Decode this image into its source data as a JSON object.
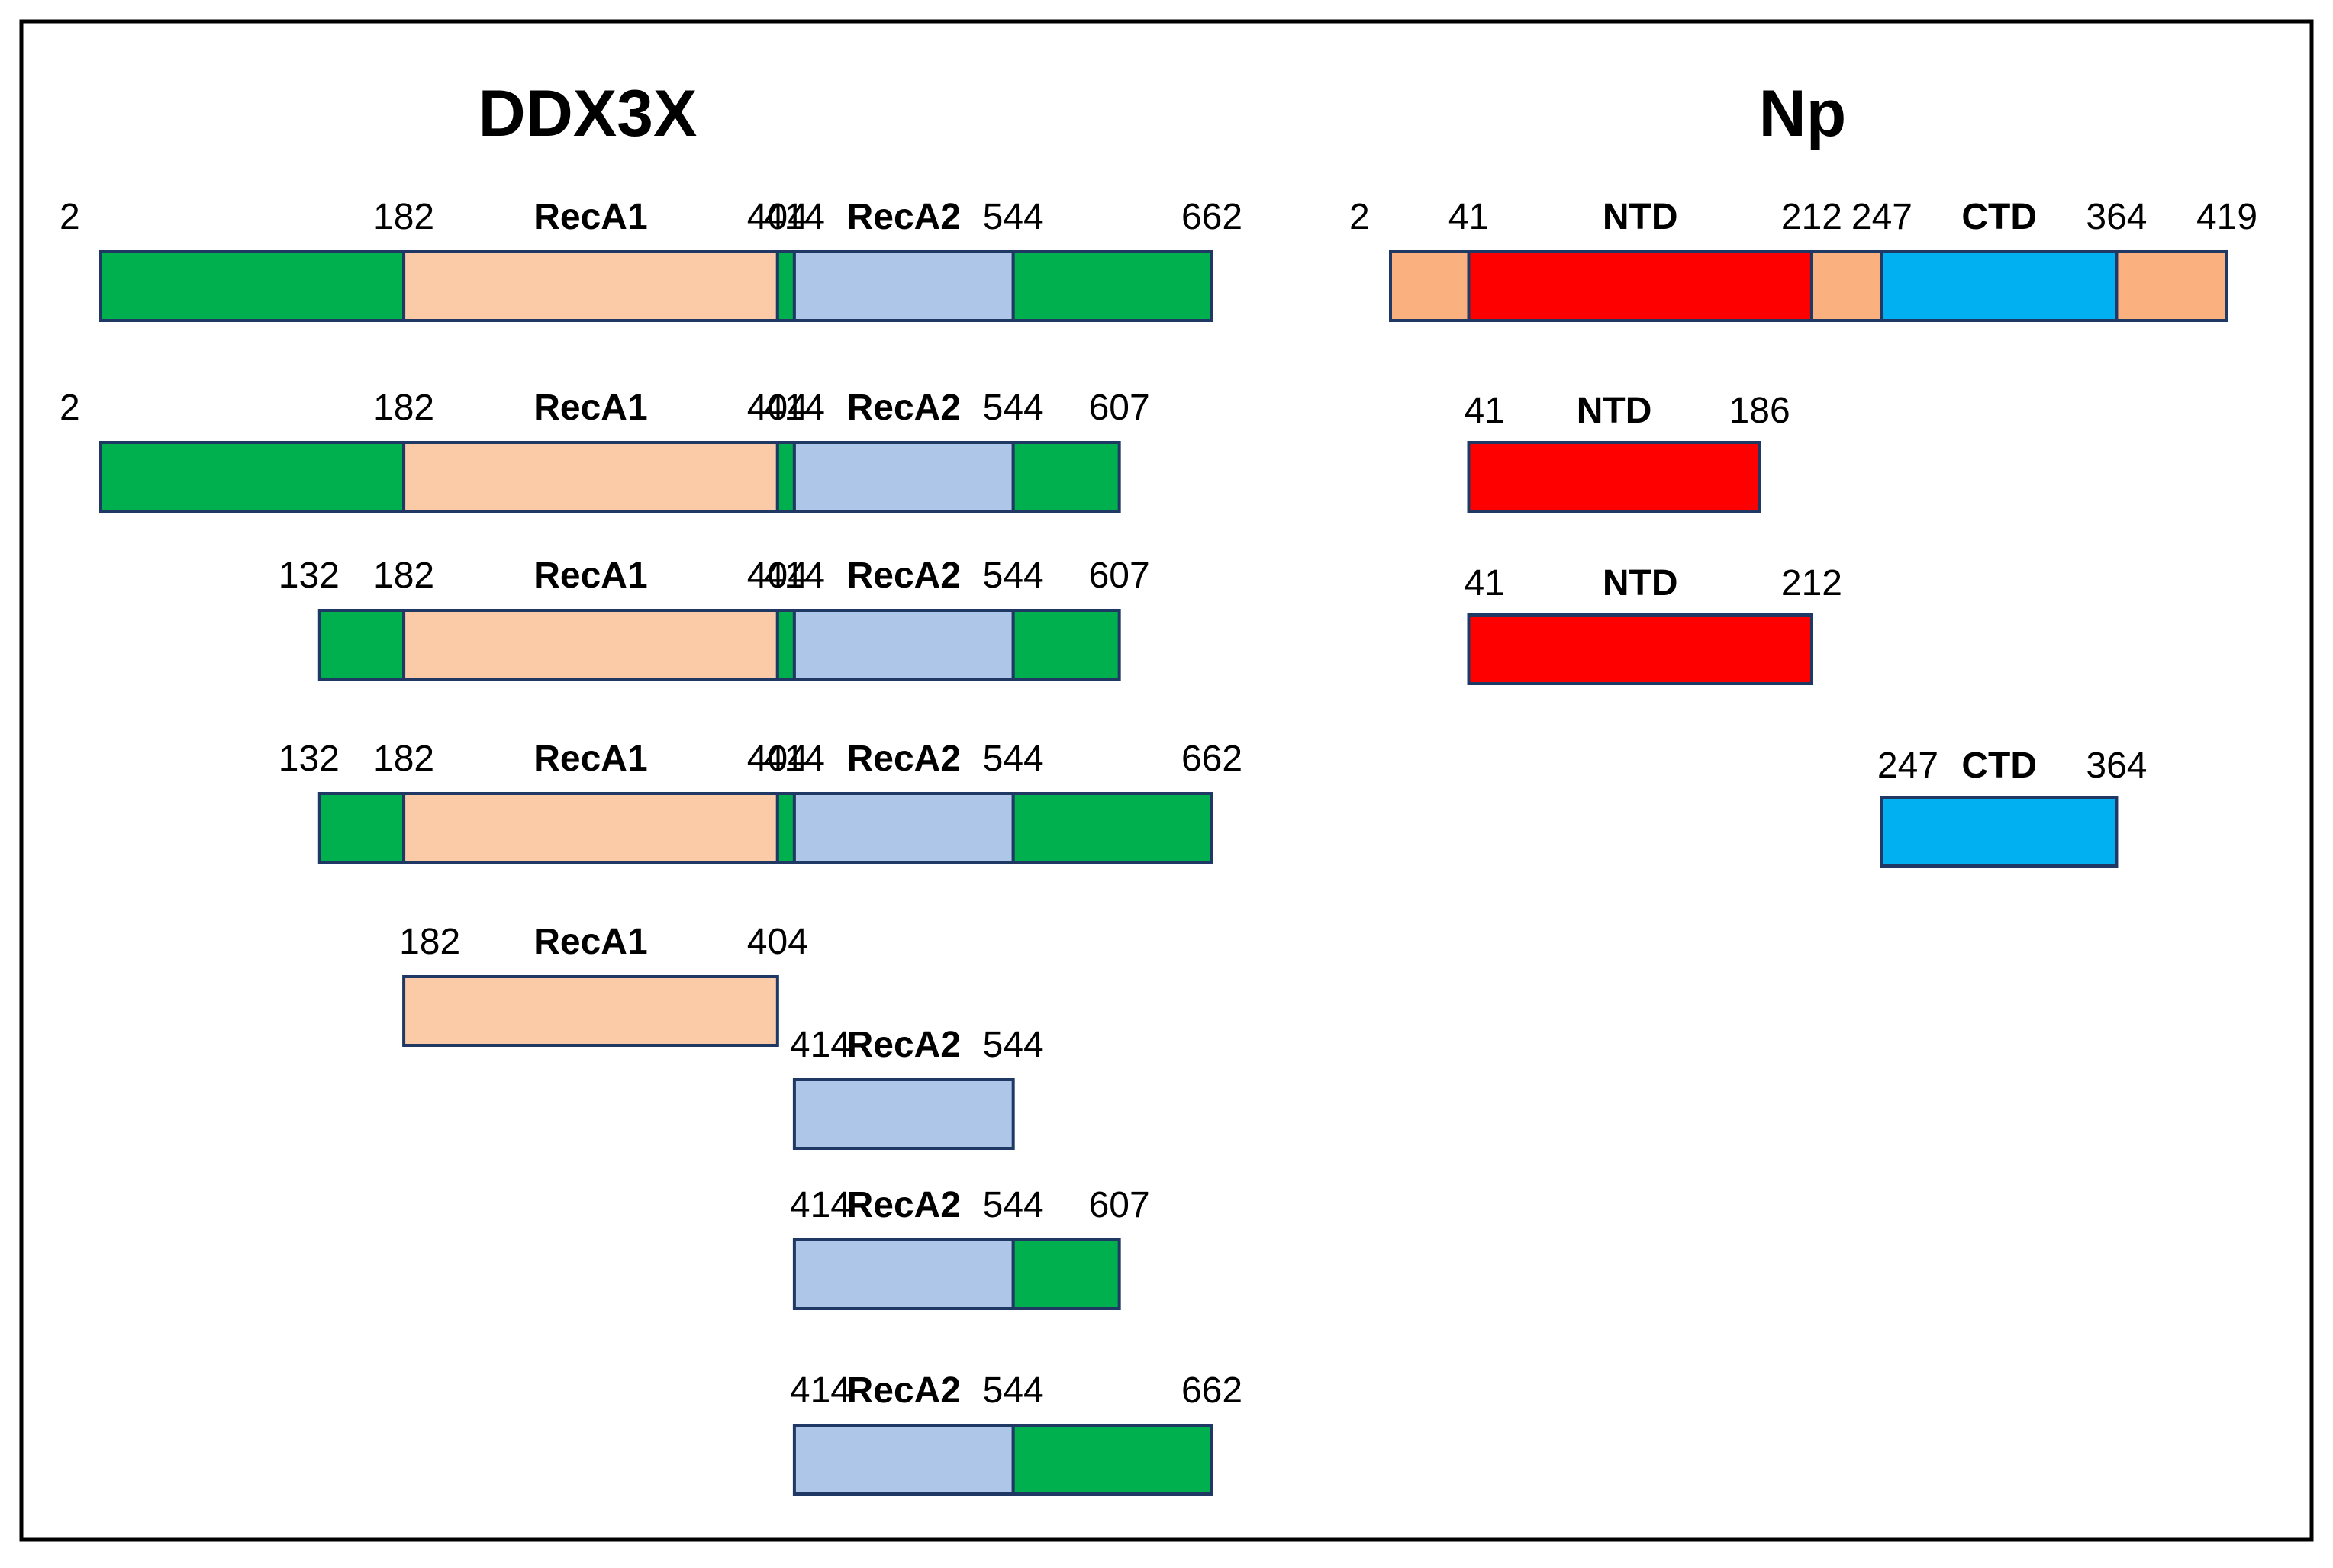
{
  "colors": {
    "linker": "#00b04f",
    "recA1": "#fbcba8",
    "recA2": "#aec6e8",
    "np_linker": "#fbb07f",
    "ntd": "#ff0000",
    "ctd": "#00b0f0"
  },
  "panels": [
    {
      "title": "DDX3X",
      "constructs": [
        {
          "start": 2,
          "end": 662,
          "domains": [
            {
              "name": "linker",
              "start": 2,
              "end": 182
            },
            {
              "name": "RecA1",
              "start": 182,
              "end": 404,
              "label": "RecA1"
            },
            {
              "name": "linker",
              "start": 404,
              "end": 414
            },
            {
              "name": "RecA2",
              "start": 414,
              "end": 544,
              "label": "RecA2"
            },
            {
              "name": "linker",
              "start": 544,
              "end": 662
            }
          ],
          "ticks": [
            "2",
            "182",
            "404",
            "414",
            "544",
            "662"
          ]
        },
        {
          "start": 2,
          "end": 607,
          "domains": [
            {
              "name": "linker",
              "start": 2,
              "end": 182
            },
            {
              "name": "RecA1",
              "start": 182,
              "end": 404,
              "label": "RecA1"
            },
            {
              "name": "linker",
              "start": 404,
              "end": 414
            },
            {
              "name": "RecA2",
              "start": 414,
              "end": 544,
              "label": "RecA2"
            },
            {
              "name": "linker",
              "start": 544,
              "end": 607
            }
          ],
          "ticks": [
            "2",
            "182",
            "404",
            "414",
            "544",
            "607"
          ]
        },
        {
          "start": 132,
          "end": 607,
          "domains": [
            {
              "name": "linker",
              "start": 132,
              "end": 182
            },
            {
              "name": "RecA1",
              "start": 182,
              "end": 404,
              "label": "RecA1"
            },
            {
              "name": "linker",
              "start": 404,
              "end": 414
            },
            {
              "name": "RecA2",
              "start": 414,
              "end": 544,
              "label": "RecA2"
            },
            {
              "name": "linker",
              "start": 544,
              "end": 607
            }
          ],
          "ticks": [
            "132",
            "182",
            "404",
            "414",
            "544",
            "607"
          ]
        },
        {
          "start": 132,
          "end": 662,
          "domains": [
            {
              "name": "linker",
              "start": 132,
              "end": 182
            },
            {
              "name": "RecA1",
              "start": 182,
              "end": 404,
              "label": "RecA1"
            },
            {
              "name": "linker",
              "start": 404,
              "end": 414
            },
            {
              "name": "RecA2",
              "start": 414,
              "end": 544,
              "label": "RecA2"
            },
            {
              "name": "linker",
              "start": 544,
              "end": 662
            }
          ],
          "ticks": [
            "132",
            "182",
            "404",
            "414",
            "544",
            "662"
          ]
        },
        {
          "start": 182,
          "end": 404,
          "domains": [
            {
              "name": "RecA1",
              "start": 182,
              "end": 404,
              "label": "RecA1"
            }
          ],
          "ticks": [
            "182",
            "404"
          ]
        },
        {
          "start": 414,
          "end": 544,
          "domains": [
            {
              "name": "RecA2",
              "start": 414,
              "end": 544,
              "label": "RecA2"
            }
          ],
          "ticks": [
            "414",
            "544"
          ]
        },
        {
          "start": 414,
          "end": 607,
          "domains": [
            {
              "name": "RecA2",
              "start": 414,
              "end": 544,
              "label": "RecA2"
            },
            {
              "name": "linker",
              "start": 544,
              "end": 607
            }
          ],
          "ticks": [
            "414",
            "544",
            "607"
          ]
        },
        {
          "start": 414,
          "end": 662,
          "domains": [
            {
              "name": "RecA2",
              "start": 414,
              "end": 544,
              "label": "RecA2"
            },
            {
              "name": "linker",
              "start": 544,
              "end": 662
            }
          ],
          "ticks": [
            "414",
            "544",
            "662"
          ]
        }
      ]
    },
    {
      "title": "Np",
      "constructs": [
        {
          "start": 2,
          "end": 419,
          "domains": [
            {
              "name": "np_linker",
              "start": 2,
              "end": 41
            },
            {
              "name": "ntd",
              "start": 41,
              "end": 212,
              "label": "NTD"
            },
            {
              "name": "np_linker",
              "start": 212,
              "end": 247
            },
            {
              "name": "ctd",
              "start": 247,
              "end": 364,
              "label": "CTD"
            },
            {
              "name": "np_linker",
              "start": 364,
              "end": 419
            }
          ],
          "ticks": [
            "2",
            "41",
            "212",
            "247",
            "364",
            "419"
          ]
        },
        {
          "start": 41,
          "end": 186,
          "domains": [
            {
              "name": "ntd",
              "start": 41,
              "end": 186,
              "label": "NTD"
            }
          ],
          "ticks": [
            "41",
            "186"
          ]
        },
        {
          "start": 41,
          "end": 212,
          "domains": [
            {
              "name": "ntd",
              "start": 41,
              "end": 212,
              "label": "NTD"
            }
          ],
          "ticks": [
            "41",
            "212"
          ]
        },
        {
          "start": 247,
          "end": 364,
          "domains": [
            {
              "name": "ctd",
              "start": 247,
              "end": 364,
              "label": "CTD"
            }
          ],
          "ticks": [
            "247",
            "364"
          ]
        }
      ]
    }
  ]
}
